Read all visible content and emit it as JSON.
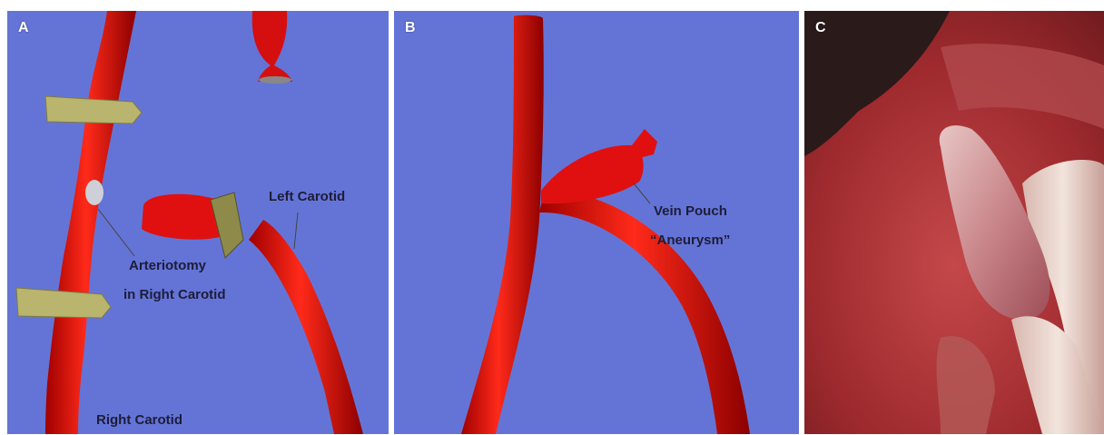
{
  "panels": [
    {
      "letter": "A",
      "labels": {
        "left_carotid": "Left Carotid",
        "arteriotomy_line1": "Arteriotomy",
        "arteriotomy_line2": "in Right Carotid",
        "right_carotid": "Right Carotid"
      }
    },
    {
      "letter": "B",
      "labels": {
        "vein_pouch_line1": "Vein Pouch",
        "vein_pouch_line2": "“Aneurysm”"
      }
    },
    {
      "letter": "C"
    }
  ],
  "colors": {
    "background_blue": "#6474d6",
    "vessel_red": "#e01010",
    "clip_tan": "#b9b46e",
    "label_text": "#1d1d3a"
  }
}
